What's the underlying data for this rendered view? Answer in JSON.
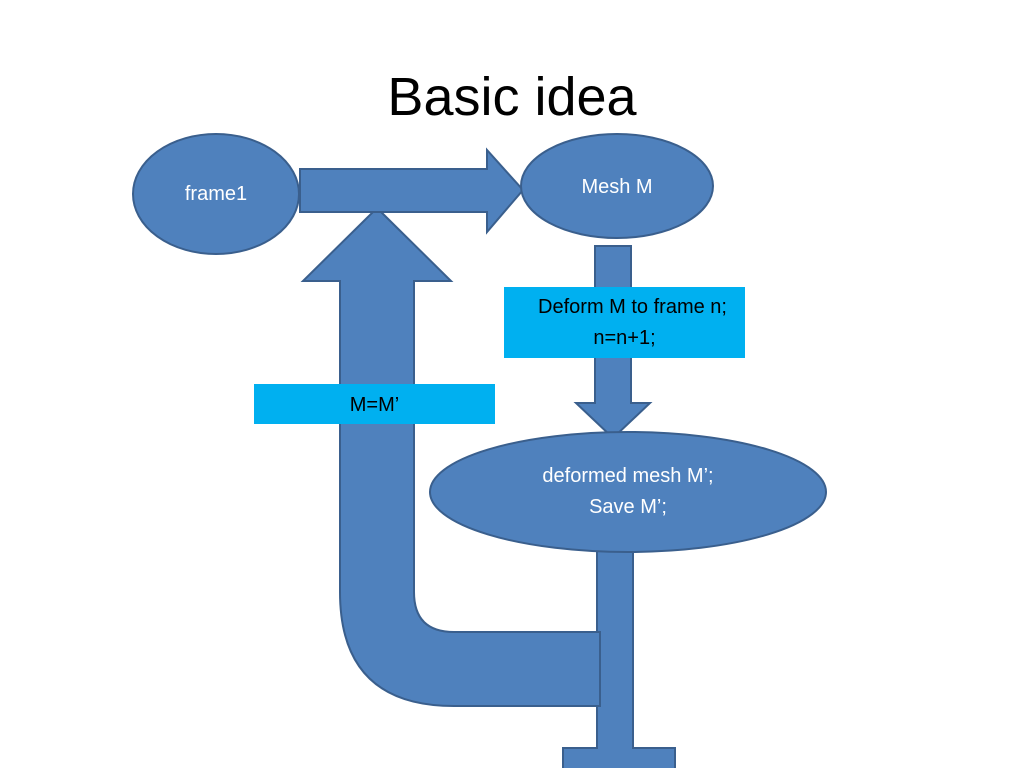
{
  "slide": {
    "title": "Basic idea"
  },
  "nodes": {
    "frame1": "frame1",
    "mesh": "Mesh M",
    "deformed": [
      "deformed mesh M’;",
      "Save M’;"
    ]
  },
  "labels": {
    "deform": [
      "Deform M to frame n;",
      "n=n+1;"
    ],
    "assign": "M=M’"
  },
  "colors": {
    "shape_fill": "#4F81BD",
    "shape_stroke": "#3A5F8D",
    "box_fill": "#00B0F0",
    "text_on_shape": "#FFFFFF",
    "text_on_box": "#000000"
  }
}
